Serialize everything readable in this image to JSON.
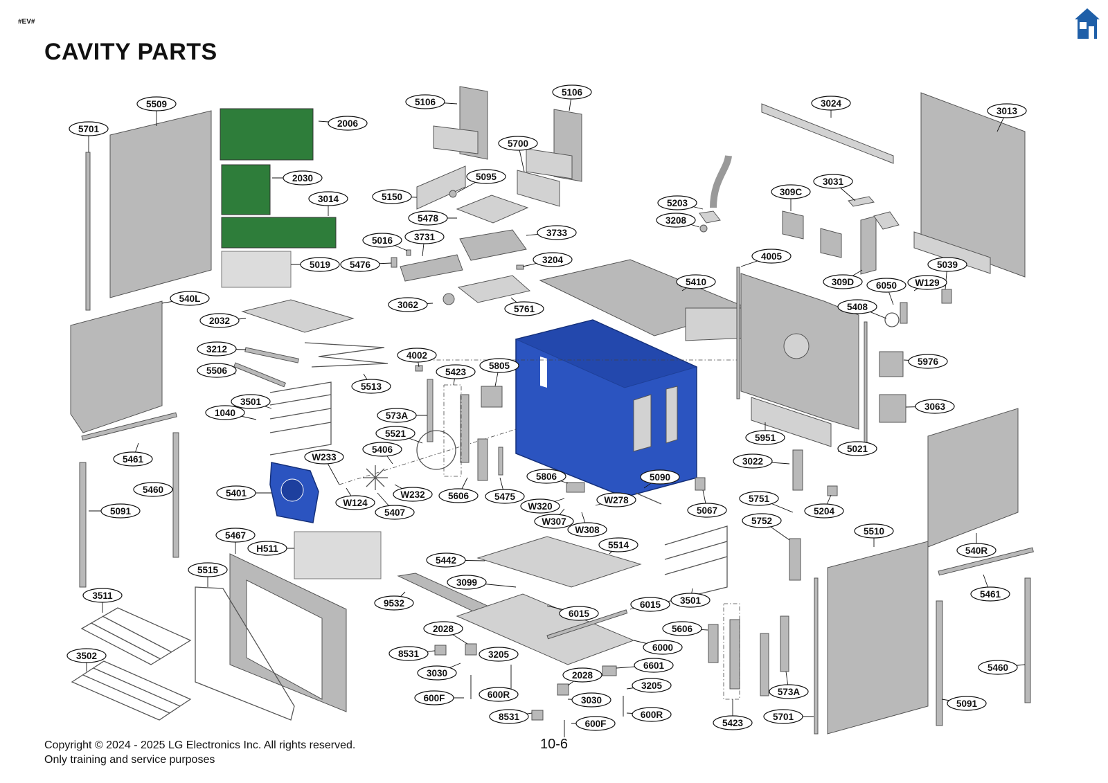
{
  "header": {
    "doc_tag": "#EV#",
    "title": "CAVITY PARTS",
    "home_icon": "home-icon",
    "home_color": "#1f5fa8"
  },
  "footer": {
    "copyright_line1": "Copyright © 2024 - 2025 LG Electronics Inc. All rights reserved.",
    "copyright_line2": "Only training and service purposes",
    "page_number": "10-6"
  },
  "colors": {
    "cavity_blue": "#2b54c0",
    "fan_cover_blue": "#2b54c0",
    "pcb_green": "#2e7d3a"
  },
  "callouts": [
    "5509",
    "5701",
    "2006",
    "2030",
    "3014",
    "5019",
    "540L",
    "2032",
    "3212",
    "5506",
    "3501",
    "1040",
    "5461",
    "5460",
    "5091",
    "5401",
    "5467",
    "H511",
    "5515",
    "3511",
    "3502",
    "5106",
    "5106",
    "5700",
    "5095",
    "5150",
    "5478",
    "5016",
    "3731",
    "3733",
    "5476",
    "3204",
    "3062",
    "5761",
    "4002",
    "5423",
    "5805",
    "5513",
    "573A",
    "5521",
    "5406",
    "W233",
    "W124",
    "W232",
    "5407",
    "5606",
    "5475",
    "5806",
    "5090",
    "W320",
    "W278",
    "W307",
    "W308",
    "3024",
    "3013",
    "3031",
    "309C",
    "5203",
    "3208",
    "4005",
    "309D",
    "5039",
    "6050",
    "W129",
    "5410",
    "5408",
    "5976",
    "3063",
    "5951",
    "5021",
    "3022",
    "5751",
    "5204",
    "5067",
    "5752",
    "5510",
    "540R",
    "5461",
    "5460",
    "5091",
    "5442",
    "5514",
    "3099",
    "9532",
    "6015",
    "6015",
    "2028",
    "8531",
    "3205",
    "3030",
    "600F",
    "600R",
    "6000",
    "6601",
    "2028",
    "3205",
    "3030",
    "600R",
    "8531",
    "600F",
    "3501",
    "5606",
    "573A",
    "5423",
    "5701"
  ]
}
